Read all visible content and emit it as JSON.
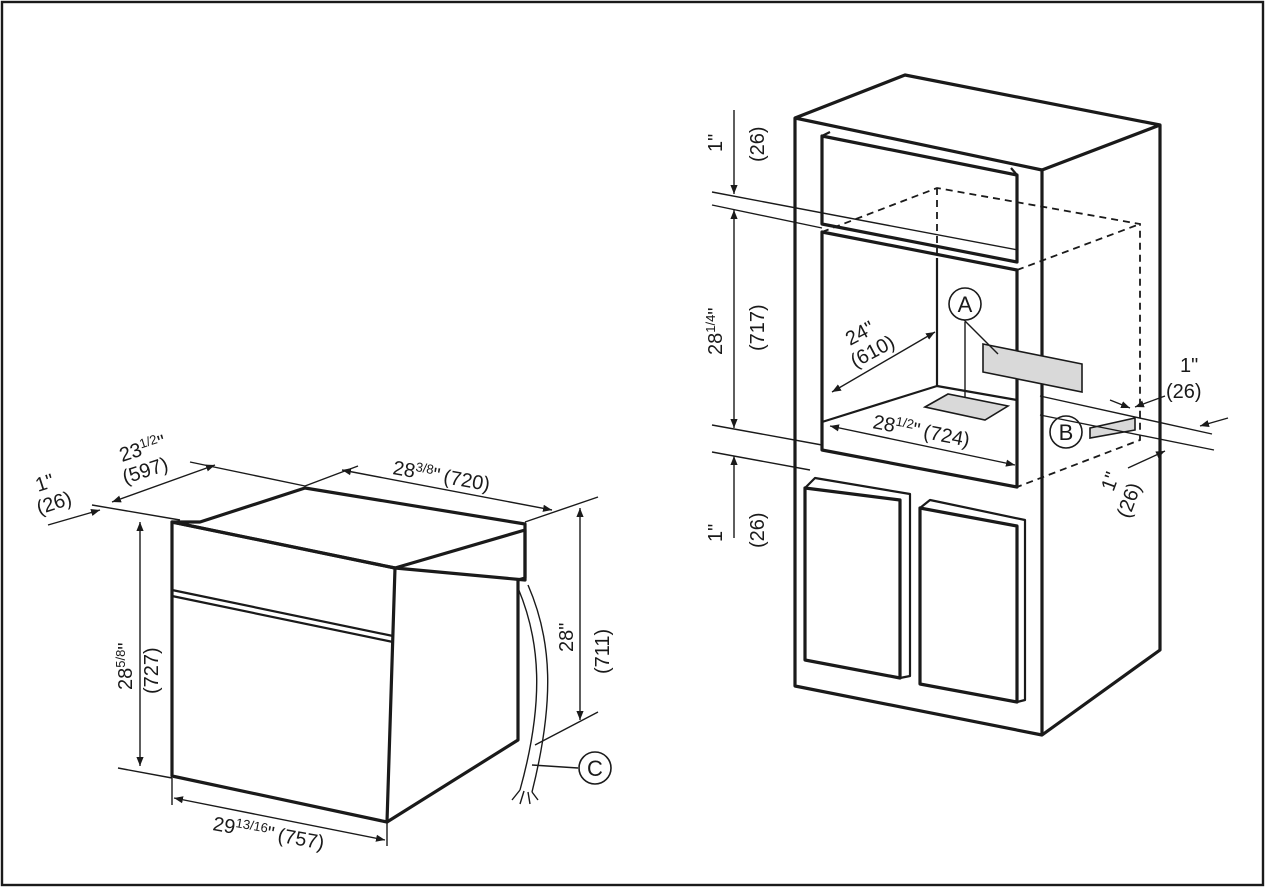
{
  "oven": {
    "depth_front": {
      "whole": "23",
      "frac": "1/2",
      "unit": "\"",
      "mm": "(597)"
    },
    "width_top": {
      "whole": "28",
      "frac": "3/8",
      "unit": "\"",
      "mm": "(720)"
    },
    "front_offset": {
      "whole": "1",
      "unit": "\"",
      "mm": "(26)"
    },
    "height_front": {
      "whole": "28",
      "frac": "5/8",
      "unit": "\"",
      "mm": "(727)"
    },
    "height_body": {
      "whole": "28",
      "unit": "\"",
      "mm": "(711)"
    },
    "width_bottom": {
      "whole": "29",
      "frac": "13/16",
      "unit": "\"",
      "mm": "(757)"
    },
    "cable_callout": "C"
  },
  "cabinet": {
    "top_gap": {
      "whole": "1",
      "unit": "\"",
      "mm": "(26)"
    },
    "niche_height": {
      "whole": "28",
      "frac": "1/4",
      "unit": "\"",
      "mm": "(717)"
    },
    "niche_depth": {
      "whole": "24",
      "unit": "\"",
      "mm": "(610)"
    },
    "niche_width": {
      "whole": "28",
      "frac": "1/2",
      "unit": "\"",
      "mm": "(724)"
    },
    "bottom_gap": {
      "whole": "1",
      "unit": "\"",
      "mm": "(26)"
    },
    "side_gap_top": {
      "whole": "1",
      "unit": "\"",
      "mm": "(26)"
    },
    "side_gap_bottom": {
      "whole": "1",
      "unit": "\"",
      "mm": "(26)"
    },
    "callout_a": "A",
    "callout_b": "B"
  },
  "colors": {
    "line": "#1a1a1a",
    "highlight": "#d9d9d9",
    "background": "#ffffff"
  }
}
